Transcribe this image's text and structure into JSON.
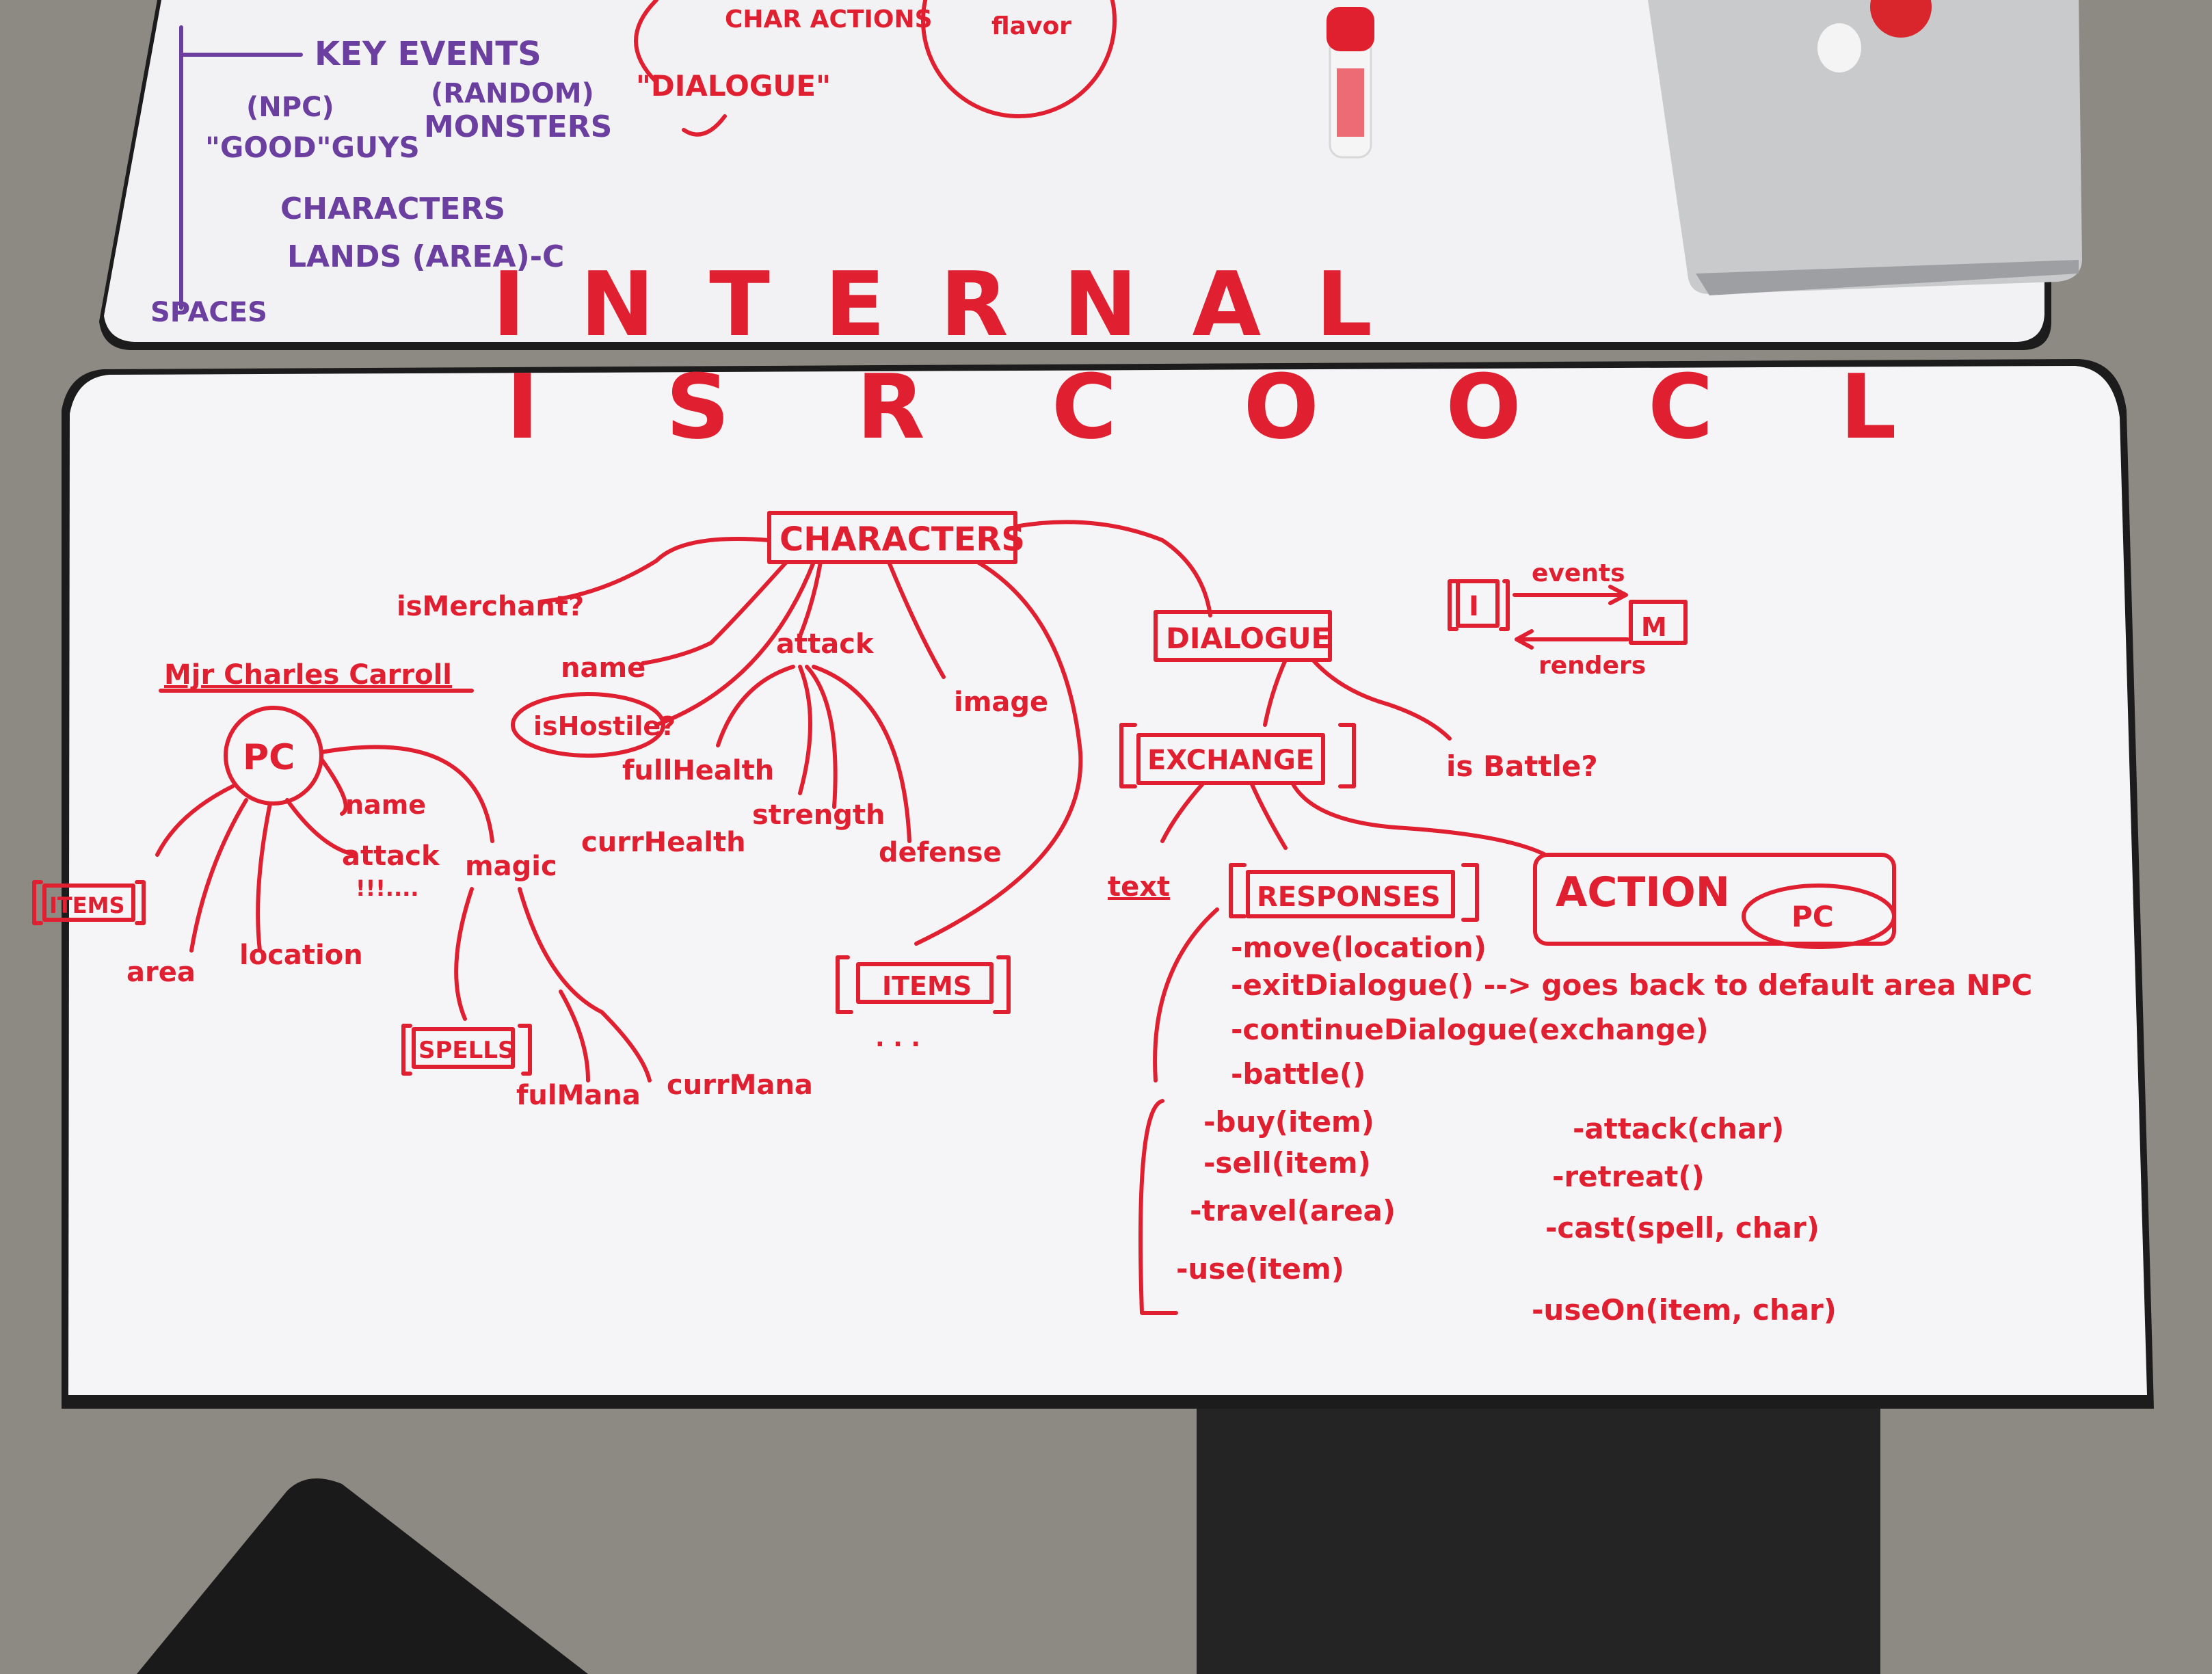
{
  "top_board": {
    "key_events": "KEY EVENTS",
    "char_actions": "CHAR ACTIONS",
    "dialogue": "\"DIALOGUE\"",
    "monsters": "MONSTERS",
    "random": "(RANDOM)",
    "good_guys": "\"GOOD\"GUYS",
    "npc": "(NPC)",
    "characters": "CHARACTERS",
    "lands": "LANDS (AREA)-C",
    "spaces": "SPACES",
    "internal_letters": "INTERNAL",
    "circle_text": "flavor"
  },
  "vertical_word": "I S R C O O C L",
  "main_board": {
    "characters": "CHARACTERS",
    "is_merchant": "isMerchant?",
    "name": "name",
    "is_hostile": "isHostile?",
    "attack": "attack",
    "full_health": "fullHealth",
    "curr_health": "currHealth",
    "strength": "strength",
    "defense": "defense",
    "image": "image",
    "items_box": "ITEMS",
    "items_ellipsis": ". . .",
    "owner": "Mjr Charles Carroll",
    "pc": "PC",
    "pc_name": "name",
    "pc_attack": "attack",
    "pc_attack_marks": "!!!....",
    "magic": "magic",
    "pc_items": "ITEMS",
    "area": "area",
    "location": "location",
    "spells": "SPELLS",
    "full_mana": "fulMana",
    "curr_mana": "currMana",
    "dialogue": "DIALOGUE",
    "exchange": "EXCHANGE",
    "is_battle": "is Battle?",
    "text": "text",
    "responses": "RESPONSES",
    "action": "ACTION",
    "action_pc": "PC",
    "events_i": "I",
    "events_m": "M",
    "events": "events",
    "renders": "renders",
    "responses_list": [
      "-move(location)",
      "-exitDialogue() --> goes back to default area NPC",
      "-continueDialogue(exchange)",
      "-battle()",
      "-buy(item)",
      "-sell(item)",
      "-travel(area)",
      "-use(item)"
    ],
    "actions_list": [
      "-attack(char)",
      "-retreat()",
      "-cast(spell, char)",
      "-useOn(item, char)"
    ]
  }
}
